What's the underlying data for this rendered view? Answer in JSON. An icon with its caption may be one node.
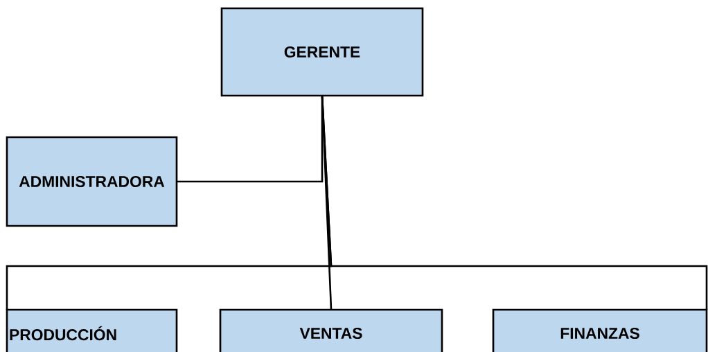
{
  "diagram": {
    "nodes": [
      {
        "text": [
          "GERENTE"
        ]
      },
      {
        "text": [
          "ADMINISTRADORA"
        ]
      },
      {
        "text": [
          "PRODUCCIÓN"
        ]
      },
      {
        "text": [
          "VENTAS"
        ]
      },
      {
        "text": [
          "FINANZAS"
        ]
      }
    ],
    "edges": [
      {
        "from": 0,
        "to": 1,
        "arrow": "none"
      },
      {
        "from": 0,
        "to": 2,
        "arrow": "none"
      },
      {
        "from": 0,
        "to": 3,
        "arrow": "none"
      },
      {
        "from": 0,
        "to": 4,
        "arrow": "none"
      }
    ]
  }
}
